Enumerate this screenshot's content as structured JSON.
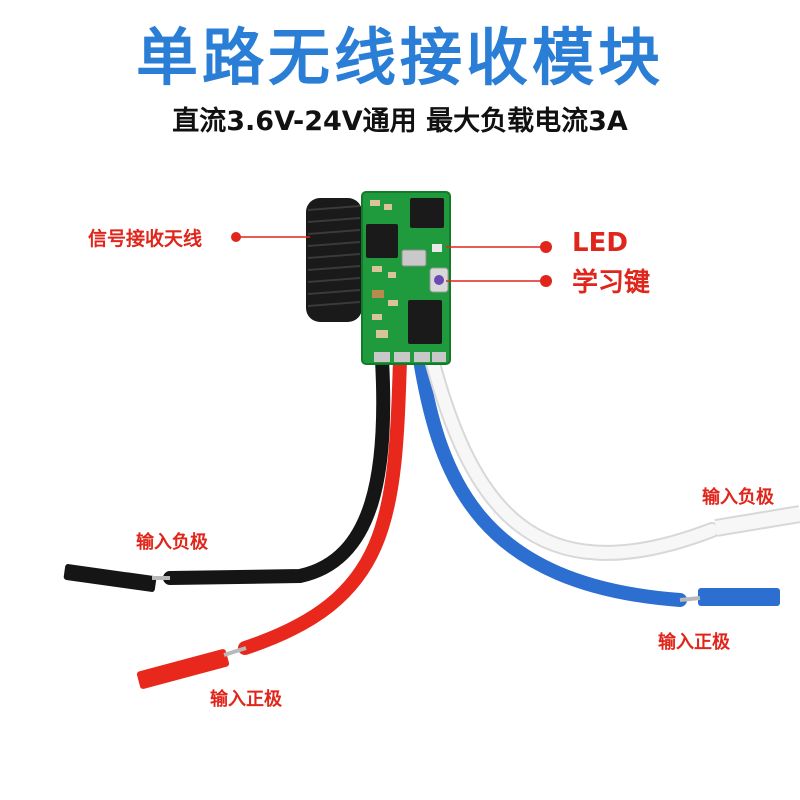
{
  "title": "单路无线接收模块",
  "subtitle": "直流3.6V-24V通用 最大负载电流3A",
  "labels": {
    "antenna": "信号接收天线",
    "led": "LED",
    "learn_key": "学习键",
    "input_negative_left": "输入负极",
    "input_positive_left": "输入正极",
    "input_negative_right": "输入负极",
    "input_positive_right": "输入正极"
  },
  "colors": {
    "title": "#2b7ed6",
    "label_red": "#e0261b",
    "pcb": "#1f9a3c",
    "wire_black": "#151515",
    "wire_red": "#e8281c",
    "wire_blue": "#2c6fd0",
    "wire_white": "#f4f4f4"
  }
}
